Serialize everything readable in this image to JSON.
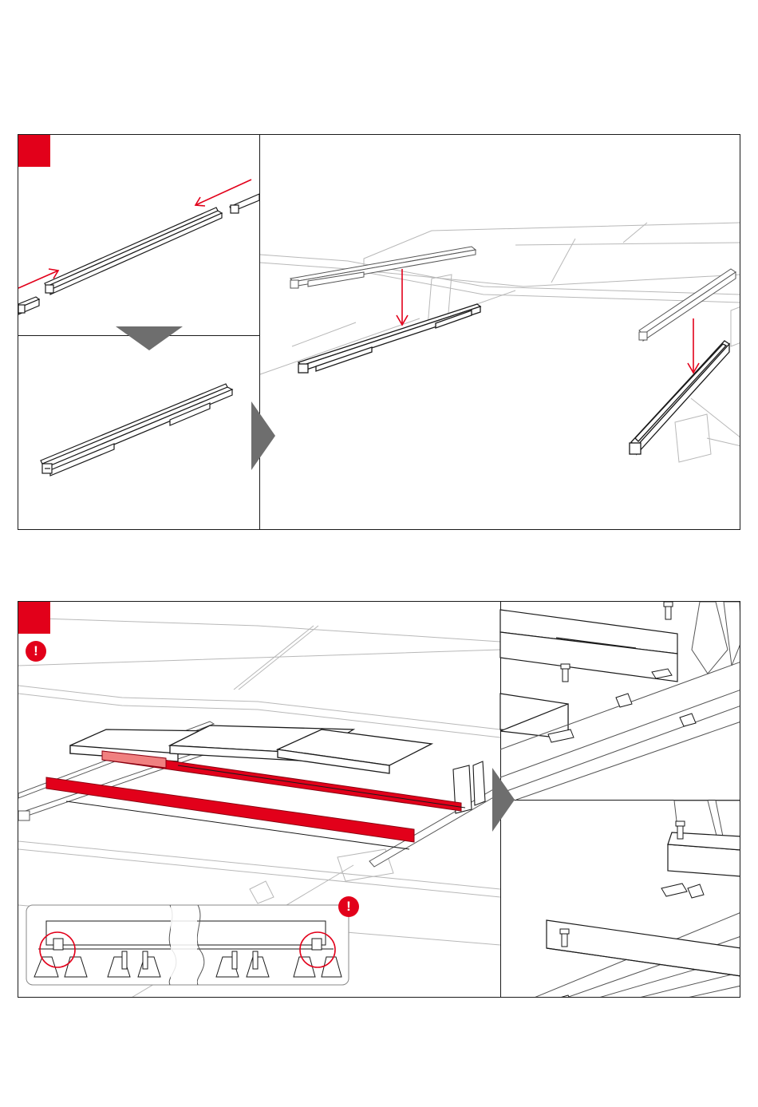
{
  "colors": {
    "accent": "#e2001a",
    "line": "#1a1a1a",
    "ghost": "#b8b8b8",
    "arrow_gray": "#6e6e6e",
    "highlight_red": "#d9001b",
    "highlight_pink": "#f08080"
  },
  "step1": {
    "marker_icon": "step-marker-red-square",
    "sub_top_icon": "rail-insert-illustration",
    "sub_bottom_icon": "joined-rail-illustration",
    "transition_icon": "triangle-down-arrow",
    "main_icon": "rails-placement-illustration",
    "next_icon": "triangle-right-arrow"
  },
  "step2": {
    "marker_icon": "step-marker-red-square",
    "warning_text": "!",
    "detail_warning_text": "!",
    "main_icon": "panel-edge-profile-illustration",
    "detail_icon": "cross-section-detail",
    "next_icon": "triangle-right-arrow",
    "right_top_icon": "profile-screw-top-view",
    "right_bottom_icon": "profile-screw-bottom-view"
  }
}
